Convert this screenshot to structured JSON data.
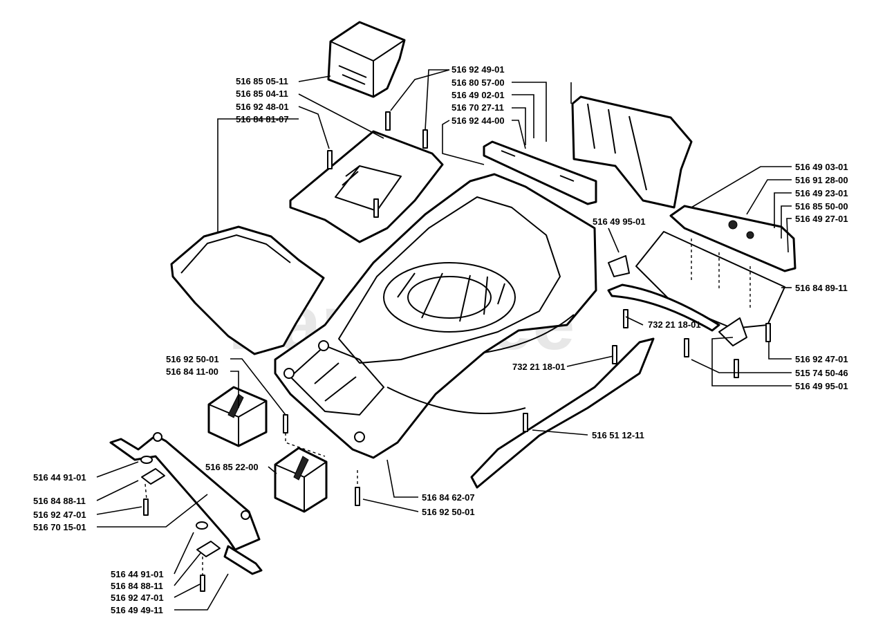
{
  "watermark": "PartsTree",
  "labels": {
    "l01": "516 85 05-11",
    "l02": "516 85 04-11",
    "l03": "516 92 48-01",
    "l04": "516 84 81-07",
    "l05": "516 92 49-01",
    "l06": "516 80 57-00",
    "l07": "516 49 02-01",
    "l08": "516 70 27-11",
    "l09": "516 92 44-00",
    "l10": "516 49 03-01",
    "l11": "516 91 28-00",
    "l12": "516 49 23-01",
    "l13": "516 85 50-00",
    "l14": "516 49 27-01",
    "l15": "516 49 95-01",
    "l16": "516 84 89-11",
    "l17": "732 21 18-01",
    "l18": "516 92 47-01",
    "l19": "515 74 50-46",
    "l20": "516 49 95-01",
    "l21": "732 21 18-01",
    "l22": "516 51 12-11",
    "l23": "516 92 50-01",
    "l24": "516 84 11-00",
    "l25": "516 85 22-00",
    "l26": "516 84 62-07",
    "l27": "516 92 50-01",
    "l28": "516 44 91-01",
    "l29": "516 84 88-11",
    "l30": "516 92 47-01",
    "l31": "516 70 15-01",
    "l32": "516 44 91-01",
    "l33": "516 84 88-11",
    "l34": "516 92 47-01",
    "l35": "516 49 49-11"
  }
}
